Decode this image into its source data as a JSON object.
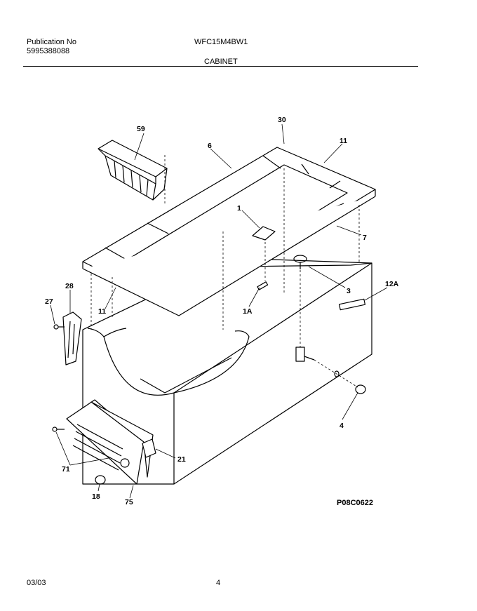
{
  "header": {
    "publication_label": "Publication No",
    "publication_number": "5995388088",
    "model": "WFC15M4BW1",
    "section": "CABINET"
  },
  "callouts": {
    "c59": "59",
    "c6": "6",
    "c30": "30",
    "c11a": "11",
    "c1": "1",
    "c7": "7",
    "c28": "28",
    "c27": "27",
    "c11b": "11",
    "c1A": "1A",
    "c3": "3",
    "c12A": "12A",
    "c4": "4",
    "c21": "21",
    "c71": "71",
    "c18": "18",
    "c75": "75"
  },
  "diagram_code": "P08C0622",
  "footer": {
    "date": "03/03",
    "page": "4"
  }
}
